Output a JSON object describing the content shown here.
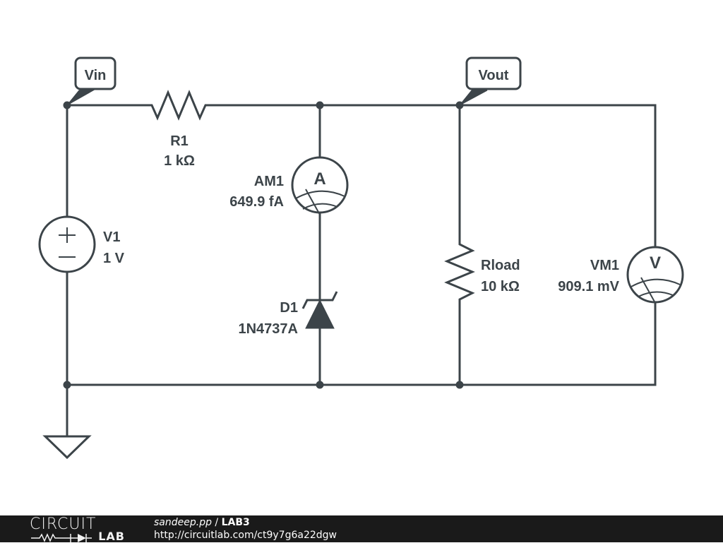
{
  "schematic": {
    "net_labels": {
      "vin": "Vin",
      "vout": "Vout"
    },
    "components": {
      "r1": {
        "name": "R1",
        "value": "1 kΩ"
      },
      "v1": {
        "name": "V1",
        "value": "1 V",
        "plus_symbol": "+",
        "minus_symbol": "−"
      },
      "am1": {
        "name": "AM1",
        "value": "649.9 fA",
        "meter_letter": "A"
      },
      "d1": {
        "name": "D1",
        "value": "1N4737A"
      },
      "rload": {
        "name": "Rload",
        "value": "10 kΩ"
      },
      "vm1": {
        "name": "VM1",
        "value": "909.1 mV",
        "meter_letter": "V"
      }
    },
    "colors": {
      "ink": "#3c4449",
      "background": "#ffffff"
    }
  },
  "footer": {
    "logo_top": "CIRCUIT",
    "logo_bottom": "LAB",
    "user": "sandeep.pp",
    "separator": " / ",
    "project": "LAB3",
    "url": "http://circuitlab.com/ct9y7g6a22dgw",
    "background": "#1a1a1a"
  }
}
